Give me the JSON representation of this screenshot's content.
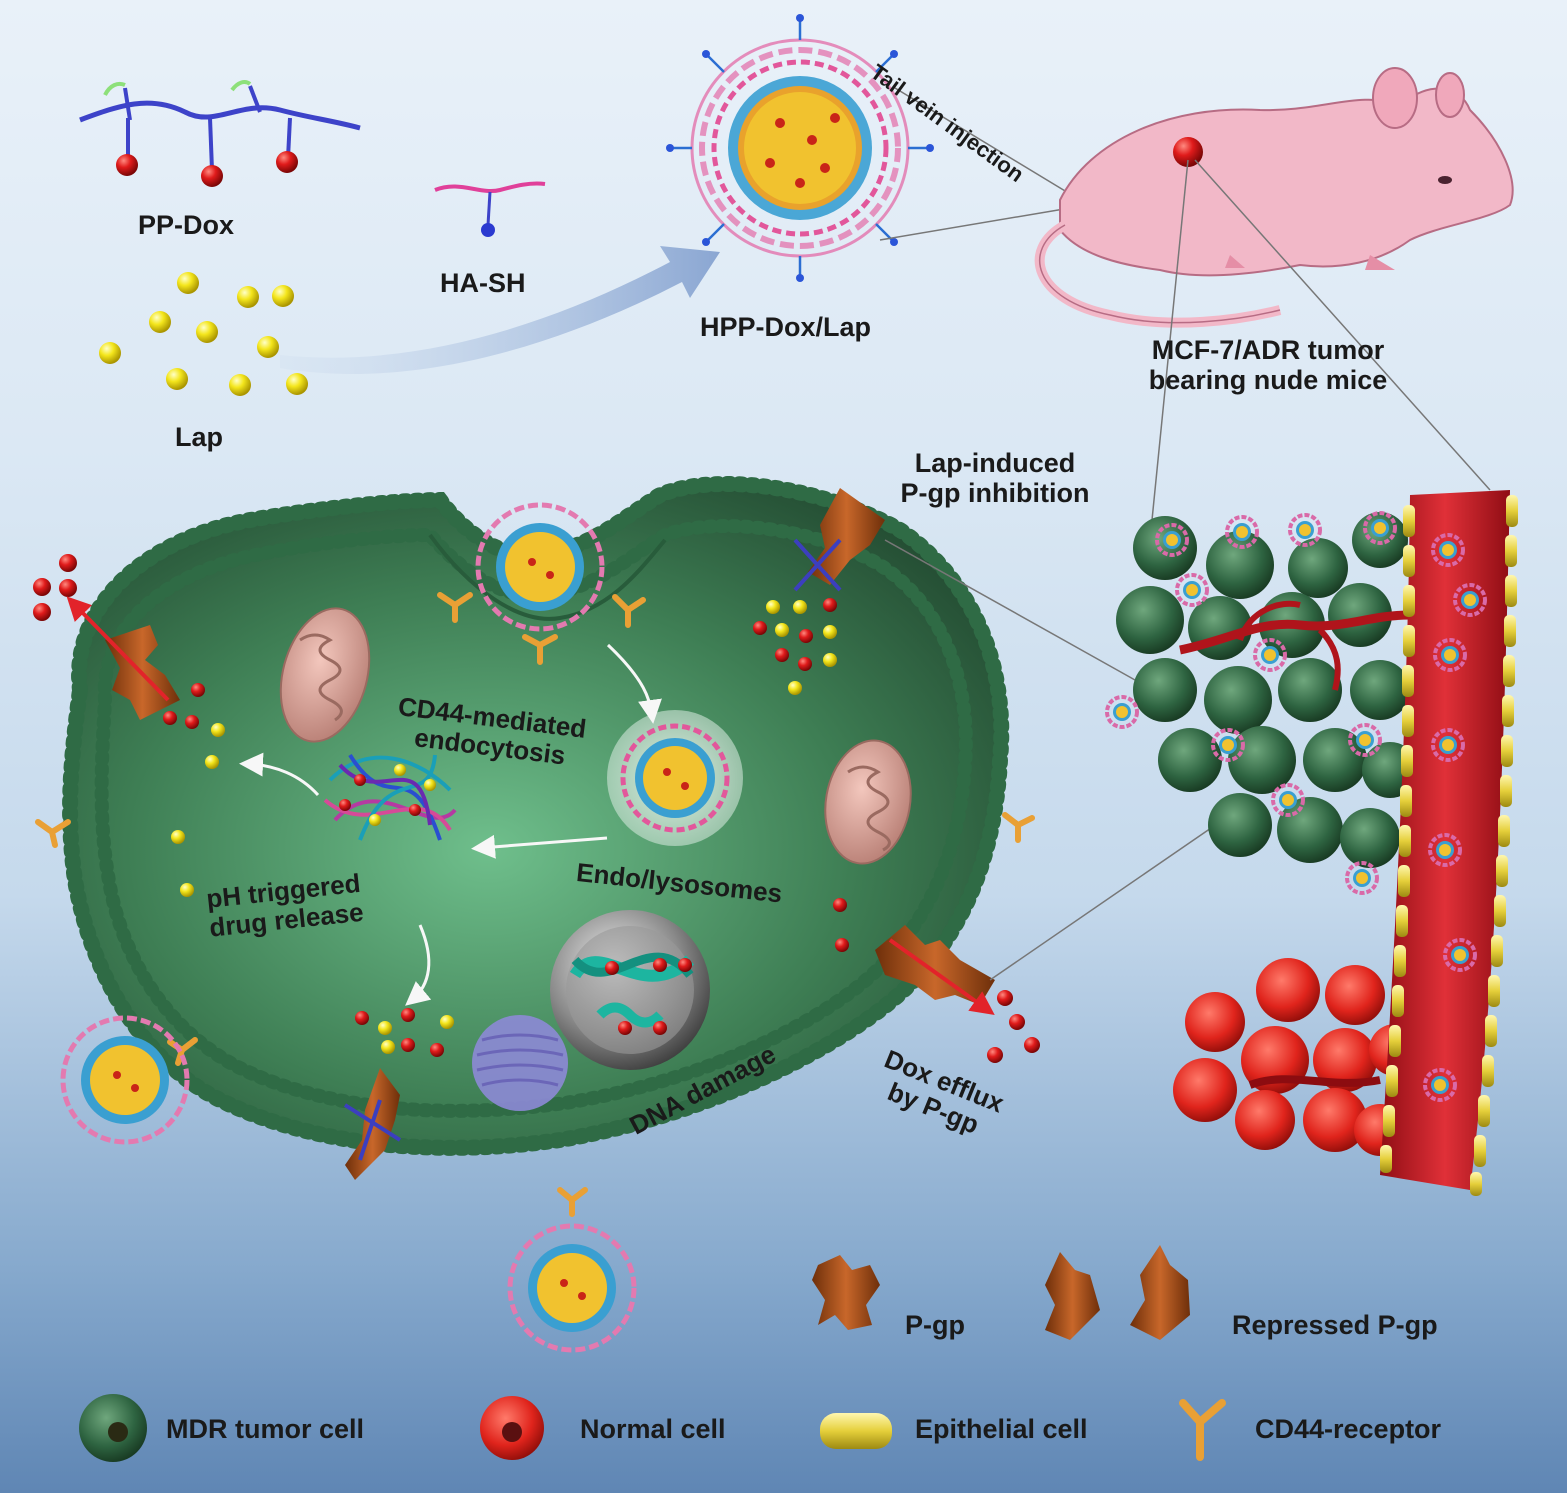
{
  "synthesis": {
    "pp_dox": "PP-Dox",
    "ha_sh": "HA-SH",
    "lap": "Lap",
    "hpp_dox_lap": "HPP-Dox/Lap"
  },
  "in_vivo": {
    "injection": "Tail vein injection",
    "mice_line1": "MCF-7/ADR tumor",
    "mice_line2": "bearing nude mice"
  },
  "cell": {
    "inhibition_line1": "Lap-induced",
    "inhibition_line2": "P-gp inhibition",
    "endocytosis_line1": "CD44-mediated",
    "endocytosis_line2": "endocytosis",
    "endosome": "Endo/lysosomes",
    "release_line1": "pH triggered",
    "release_line2": "drug release",
    "dna": "DNA damage",
    "efflux_line1": "Dox efflux",
    "efflux_line2": "by P-gp"
  },
  "legend": {
    "pgp": "P-gp",
    "repressed_pgp": "Repressed P-gp",
    "mdr_cell": "MDR tumor cell",
    "normal_cell": "Normal cell",
    "epithelial_cell": "Epithelial cell",
    "cd44": "CD44-receptor"
  },
  "colors": {
    "drug_dox": "#d41a1a",
    "drug_lap": "#f2e21a",
    "membrane": "#2f6b45",
    "cell_body": "#3e7e54",
    "mouse": "#f2b8c8",
    "vessel": "#c8202a",
    "pgp": "#b5591c",
    "cd44": "#e9a035"
  }
}
